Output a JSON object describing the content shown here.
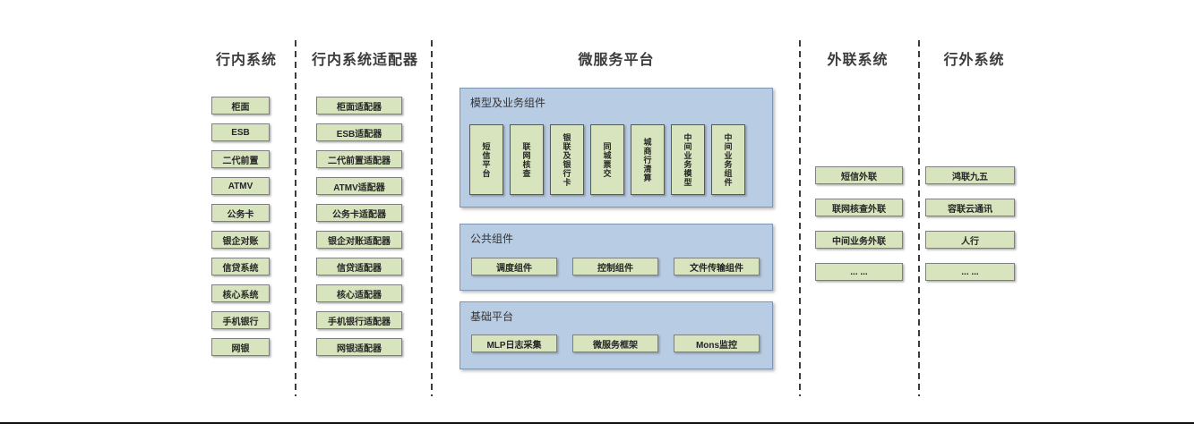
{
  "headers": {
    "inbank": "行内系统",
    "adapters": "行内系统适配器",
    "platform": "微服务平台",
    "external_link": "外联系统",
    "outside": "行外系统"
  },
  "inbank": {
    "items": [
      "柜面",
      "ESB",
      "二代前置",
      "ATMV",
      "公务卡",
      "银企对账",
      "信贷系统",
      "核心系统",
      "手机银行",
      "网银"
    ]
  },
  "adapters": {
    "items": [
      "柜面适配器",
      "ESB适配器",
      "二代前置适配器",
      "ATMV适配器",
      "公务卡适配器",
      "银企对账适配器",
      "信贷适配器",
      "核心适配器",
      "手机银行适配器",
      "网银适配器"
    ]
  },
  "platform": {
    "model_section": {
      "title": "模型及业务组件",
      "items": [
        "短信平台",
        "联网核查",
        "银联及银行卡",
        "同城票交",
        "城商行清算",
        "中间业务模型",
        "中间业务组件"
      ]
    },
    "common_section": {
      "title": "公共组件",
      "items": [
        "调度组件",
        "控制组件",
        "文件传输组件"
      ]
    },
    "base_section": {
      "title": "基础平台",
      "items": [
        "MLP日志采集",
        "微服务框架",
        "Mons监控"
      ]
    }
  },
  "external_link": {
    "items": [
      "短信外联",
      "联网核查外联",
      "中间业务外联",
      "... ..."
    ]
  },
  "outside": {
    "items": [
      "鸿联九五",
      "容联云通讯",
      "人行",
      "... ..."
    ]
  },
  "colors": {
    "panel_blue": "#b8cce4",
    "node_green": "#d7e4bd",
    "node_border": "#7f7f7f",
    "divider": "#3d3d3d"
  }
}
